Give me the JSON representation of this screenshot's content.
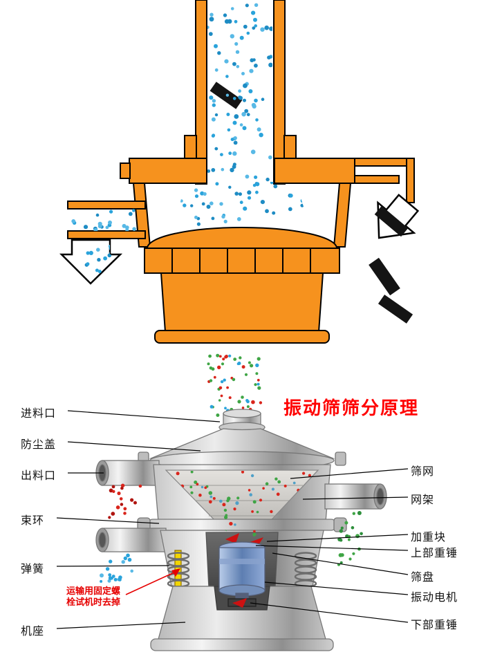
{
  "title": "振动筛筛分原理",
  "colors": {
    "orange": "#F6921E",
    "outline": "#000000",
    "blue_particle": "#2AA3DB",
    "red_particle": "#D9251C",
    "green_particle": "#3FA545",
    "title_red": "#FF0000",
    "note_red": "#E60000",
    "bolt_yellow": "#F2D600"
  },
  "labels": {
    "left": [
      {
        "text": "进料口"
      },
      {
        "text": "防尘盖"
      },
      {
        "text": "出料口"
      },
      {
        "text": "束环"
      },
      {
        "text": "弹簧"
      },
      {
        "text": "机座"
      }
    ],
    "right": [
      {
        "text": "筛网"
      },
      {
        "text": "网架"
      },
      {
        "text": "加重块"
      },
      {
        "text": "上部重锤"
      },
      {
        "text": "筛盘"
      },
      {
        "text": "振动电机"
      },
      {
        "text": "下部重锤"
      }
    ],
    "note": {
      "line1": "运输用固定螺",
      "line2": "栓试机时去掉"
    }
  }
}
